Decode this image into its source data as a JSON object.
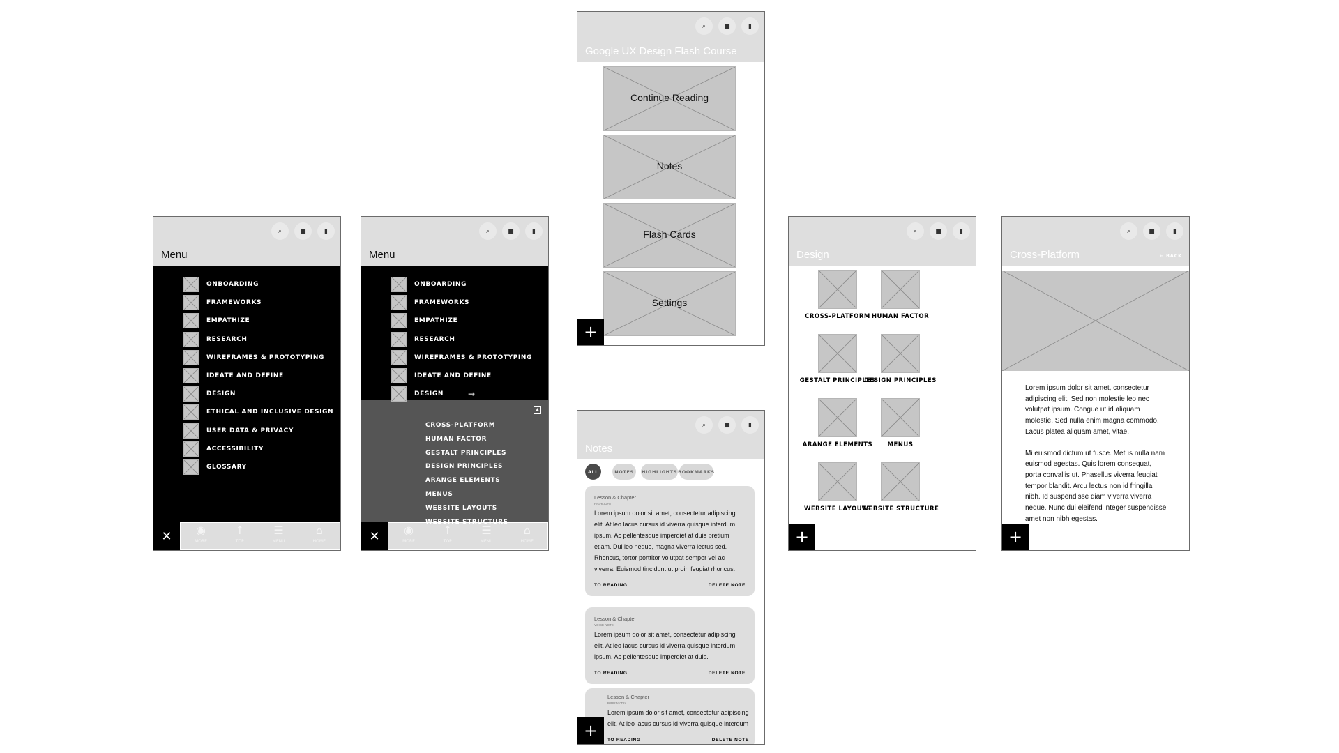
{
  "header_icons": [
    "search-icon",
    "notes-icon",
    "bookmark-icon"
  ],
  "menu": {
    "title": "Menu",
    "items": [
      "ONBOARDING",
      "FRAMEWORKS",
      "EMPATHIZE",
      "RESEARCH",
      "WIREFRAMES & PROTOTYPING",
      "IDEATE AND DEFINE",
      "DESIGN",
      "ETHICAL AND INCLUSIVE DESIGN",
      "USER DATA & PRIVACY",
      "ACCESSIBILITY",
      "GLOSSARY"
    ],
    "expanded_item": "DESIGN",
    "expanded_arrow": "→",
    "subitems": [
      "CROSS-PLATFORM",
      "HUMAN FACTOR",
      "GESTALT PRINCIPLES",
      "DESIGN PRINCIPLES",
      "ARANGE ELEMENTS",
      "MENUS",
      "WEBSITE LAYOUTS",
      "WEBSITE STRUCTURE"
    ],
    "close": "✕",
    "bottom_nav": [
      {
        "icon": "◉",
        "label": "MORE"
      },
      {
        "icon": "↑",
        "label": "TOP"
      },
      {
        "icon": "☰",
        "label": "MENU"
      },
      {
        "icon": "⌂",
        "label": "HOME"
      }
    ]
  },
  "home": {
    "title": "Google UX Design Flash Course",
    "cards": [
      "Continue Reading",
      "Notes",
      "Flash Cards",
      "Settings"
    ]
  },
  "fab": "+",
  "notes": {
    "title": "Notes",
    "filters": [
      "ALL",
      "NOTES",
      "HIGHLIGHTS",
      "BOOKMARKS"
    ],
    "active_filter": "ALL",
    "items": [
      {
        "lesson": "Lesson & Chapter",
        "type": "HIGHLIGHT",
        "body": "Lorem ipsum dolor sit amet, consectetur adipiscing elit. At leo lacus cursus id viverra quisque interdum ipsum. Ac pellentesque imperdiet at duis pretium etiam. Dui leo neque, magna viverra lectus sed. Rhoncus, tortor porttitor volutpat semper vel ac viverra. Euismod tincidunt ut proin feugiat rhoncus.",
        "to_reading": "TO READING",
        "delete": "DELETE NOTE"
      },
      {
        "lesson": "Lesson & Chapter",
        "type": "VOICE NOTE",
        "body": "Lorem ipsum dolor sit amet, consectetur adipiscing elit. At leo lacus cursus id viverra quisque interdum ipsum. Ac pellentesque imperdiet at duis.",
        "to_reading": "TO READING",
        "delete": "DELETE NOTE"
      },
      {
        "lesson": "Lesson & Chapter",
        "type": "BOOKMARK",
        "body": "Lorem ipsum dolor sit amet, consectetur adipiscing elit. At leo lacus cursus id viverra quisque interdum",
        "to_reading": "TO READING",
        "delete": "DELETE NOTE"
      }
    ]
  },
  "design": {
    "title": "Design",
    "items": [
      "CROSS-PLATFORM",
      "HUMAN FACTOR",
      "GESTALT PRINCIPLES",
      "DESIGN PRINCIPLES",
      "ARANGE ELEMENTS",
      "MENUS",
      "WEBSITE LAYOUTS",
      "WEBSITE STRUCTURE"
    ]
  },
  "article": {
    "title": "Cross-Platform",
    "back": "← BACK",
    "paragraphs": [
      "Lorem ipsum dolor sit amet, consectetur adipiscing elit. Sed non molestie leo nec volutpat ipsum. Congue ut id aliquam molestie. Sed nulla enim magna commodo. Lacus platea aliquam amet, vitae.",
      "Mi euismod dictum ut fusce. Metus nulla nam euismod egestas. Quis lorem consequat, porta convallis ut. Phasellus viverra feugiat tempor blandit. Arcu lectus non id fringilla nibh. Id suspendisse diam viverra viverra neque. Nunc dui eleifend integer suspendisse amet non nibh egestas."
    ]
  },
  "colors": {
    "header": "#dedede",
    "menu_bg": "#000000",
    "expanded_bg": "#555555",
    "placeholder": "#c6c6c6",
    "fab": "#000000"
  }
}
